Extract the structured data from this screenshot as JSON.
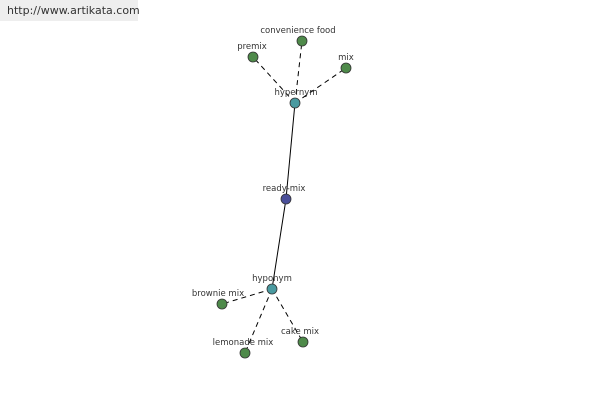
{
  "header": {
    "url": "http://www.artikata.com"
  },
  "colors": {
    "leaf": "#4e8a4a",
    "relation": "#4a9aa0",
    "center": "#4a4f9a",
    "edge": "#000000"
  },
  "nodes": {
    "center": {
      "label": "ready-mix",
      "kind": "center"
    },
    "hypernym": {
      "label": "hypernym",
      "kind": "relation"
    },
    "hyponym": {
      "label": "hyponym",
      "kind": "relation"
    },
    "convenience_food": {
      "label": "convenience food",
      "kind": "leaf"
    },
    "premix": {
      "label": "premix",
      "kind": "leaf"
    },
    "mix": {
      "label": "mix",
      "kind": "leaf"
    },
    "brownie_mix": {
      "label": "brownie mix",
      "kind": "leaf"
    },
    "lemonade_mix": {
      "label": "lemonade mix",
      "kind": "leaf"
    },
    "cake_mix": {
      "label": "cake mix",
      "kind": "leaf"
    }
  }
}
